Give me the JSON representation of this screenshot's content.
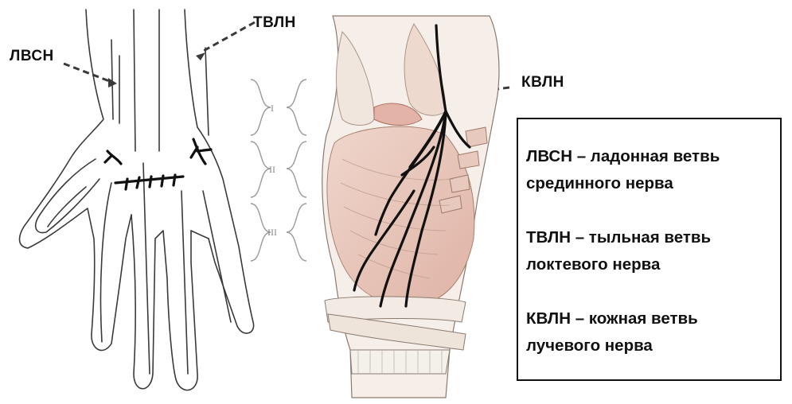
{
  "callouts": {
    "lvsn": "ЛВСН",
    "tvln": "ТВЛН",
    "kvln": "КВЛН"
  },
  "zones": [
    "I",
    "II",
    "III"
  ],
  "legend": [
    {
      "line1": "ЛВСН – ладонная ветвь",
      "line2": "срединного нерва"
    },
    {
      "line1": "ТВЛН – тыльная ветвь",
      "line2": "локтевого нерва"
    },
    {
      "line1": "КВЛН – кожная ветвь",
      "line2": "лучевого нерва"
    }
  ],
  "colors": {
    "outline": "#3a3a3a",
    "nerve": "#111111",
    "muscle": "#e9c9bd",
    "tendon": "#f3ede6",
    "bracket": "#9a9a9a"
  }
}
